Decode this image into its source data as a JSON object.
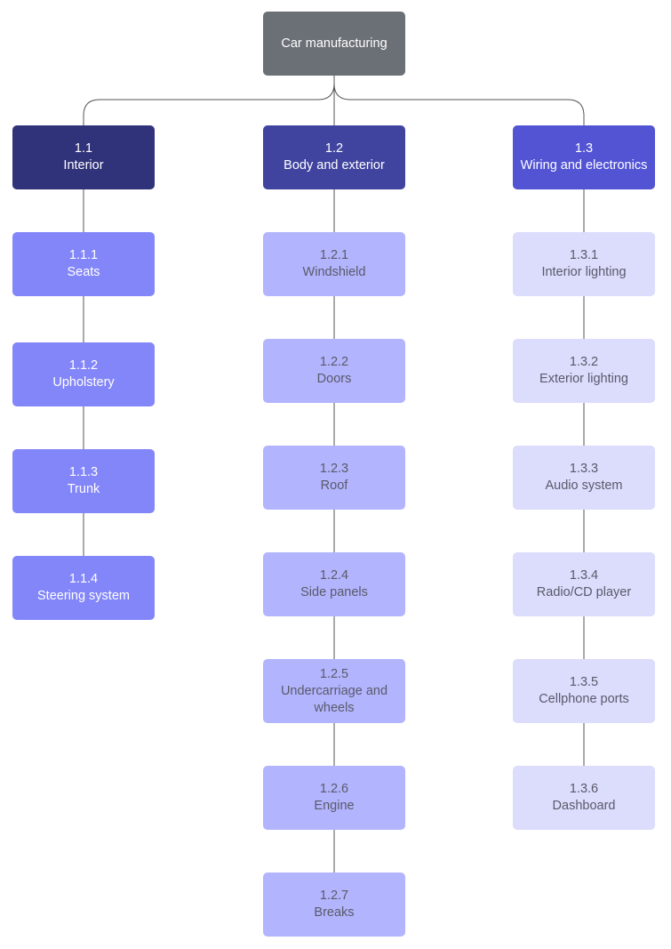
{
  "colors": {
    "root_bg": "#6b6f76",
    "connector": "#555555",
    "level1": [
      "#30327a",
      "#40449f",
      "#5254d4"
    ],
    "level2": [
      "#8386f8",
      "#b2b4fd",
      "#dcdcfd"
    ],
    "text_light": "#ffffff",
    "text_dark": "#5a5a6a"
  },
  "root": {
    "label": "Car manufacturing"
  },
  "branches": [
    {
      "id": "1.1",
      "label": "Interior",
      "children": [
        {
          "id": "1.1.1",
          "label": "Seats"
        },
        {
          "id": "1.1.2",
          "label": "Upholstery"
        },
        {
          "id": "1.1.3",
          "label": "Trunk"
        },
        {
          "id": "1.1.4",
          "label": "Steering system"
        }
      ]
    },
    {
      "id": "1.2",
      "label": "Body and exterior",
      "children": [
        {
          "id": "1.2.1",
          "label": "Windshield"
        },
        {
          "id": "1.2.2",
          "label": "Doors"
        },
        {
          "id": "1.2.3",
          "label": "Roof"
        },
        {
          "id": "1.2.4",
          "label": "Side panels"
        },
        {
          "id": "1.2.5",
          "label": "Undercarriage and wheels"
        },
        {
          "id": "1.2.6",
          "label": "Engine"
        },
        {
          "id": "1.2.7",
          "label": "Breaks"
        }
      ]
    },
    {
      "id": "1.3",
      "label": "Wiring and electronics",
      "children": [
        {
          "id": "1.3.1",
          "label": "Interior lighting"
        },
        {
          "id": "1.3.2",
          "label": "Exterior lighting"
        },
        {
          "id": "1.3.3",
          "label": "Audio system"
        },
        {
          "id": "1.3.4",
          "label": "Radio/CD player"
        },
        {
          "id": "1.3.5",
          "label": "Cellphone ports"
        },
        {
          "id": "1.3.6",
          "label": "Dashboard"
        }
      ]
    }
  ]
}
